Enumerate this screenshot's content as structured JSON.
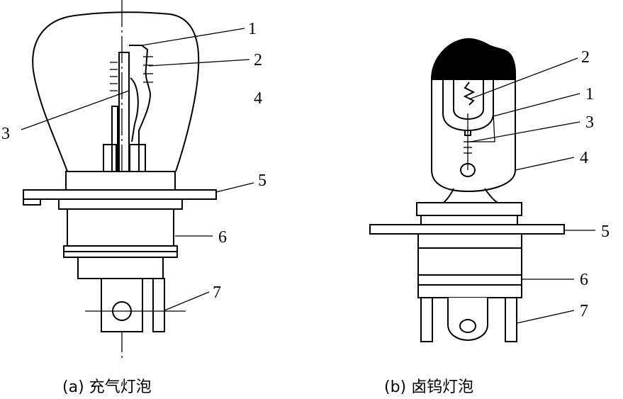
{
  "figure": {
    "left": {
      "caption": "(a)  充气灯泡",
      "labels": [
        "1",
        "2",
        "3",
        "4",
        "5",
        "6",
        "7"
      ]
    },
    "right": {
      "caption": "(b)  卤钨灯泡",
      "labels": [
        "2",
        "1",
        "3",
        "4",
        "5",
        "6",
        "7"
      ]
    }
  }
}
